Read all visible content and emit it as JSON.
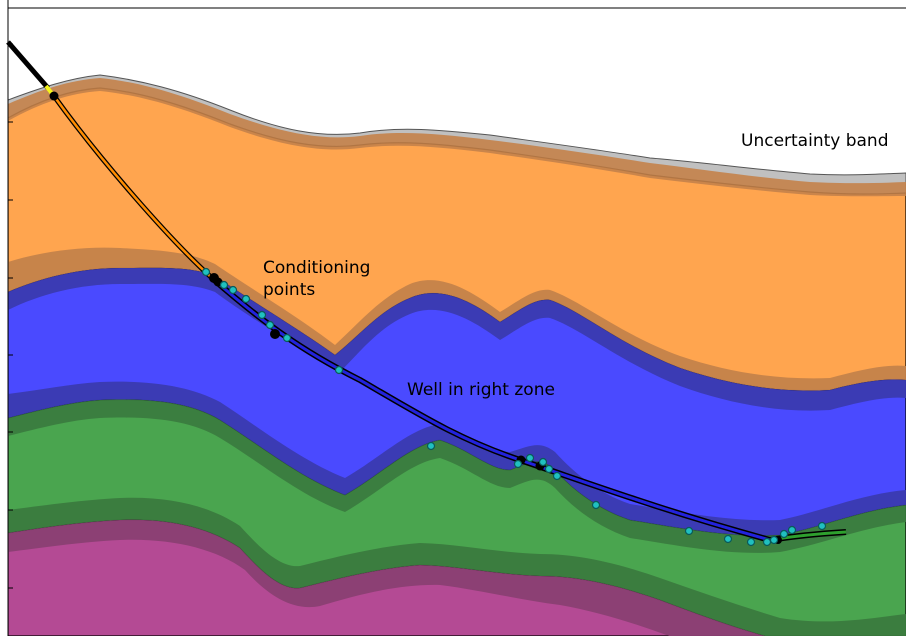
{
  "annotations": {
    "uncertainty": "Uncertainty band",
    "conditioning_line1": "Conditioning",
    "conditioning_line2": "points",
    "well_zone": "Well in right zone"
  },
  "zones": [
    {
      "id": "top-uncertainty",
      "color": "#c0c0c0"
    },
    {
      "id": "orange-zone",
      "color": "#ffa54f",
      "band": "#c4824a"
    },
    {
      "id": "blue-zone",
      "color": "#4a4aff",
      "band": "#3a3ab0"
    },
    {
      "id": "green-zone",
      "color": "#4aa54f",
      "band": "#3a7a3e"
    },
    {
      "id": "magenta-zone",
      "color": "#b44a94",
      "band": "#8a3f72"
    }
  ],
  "well": {
    "casing": "#000000",
    "upper": "#ff8c00",
    "lower": "#2222dd",
    "tail": "#2ea02e"
  },
  "marker_color": "#20c0c0"
}
